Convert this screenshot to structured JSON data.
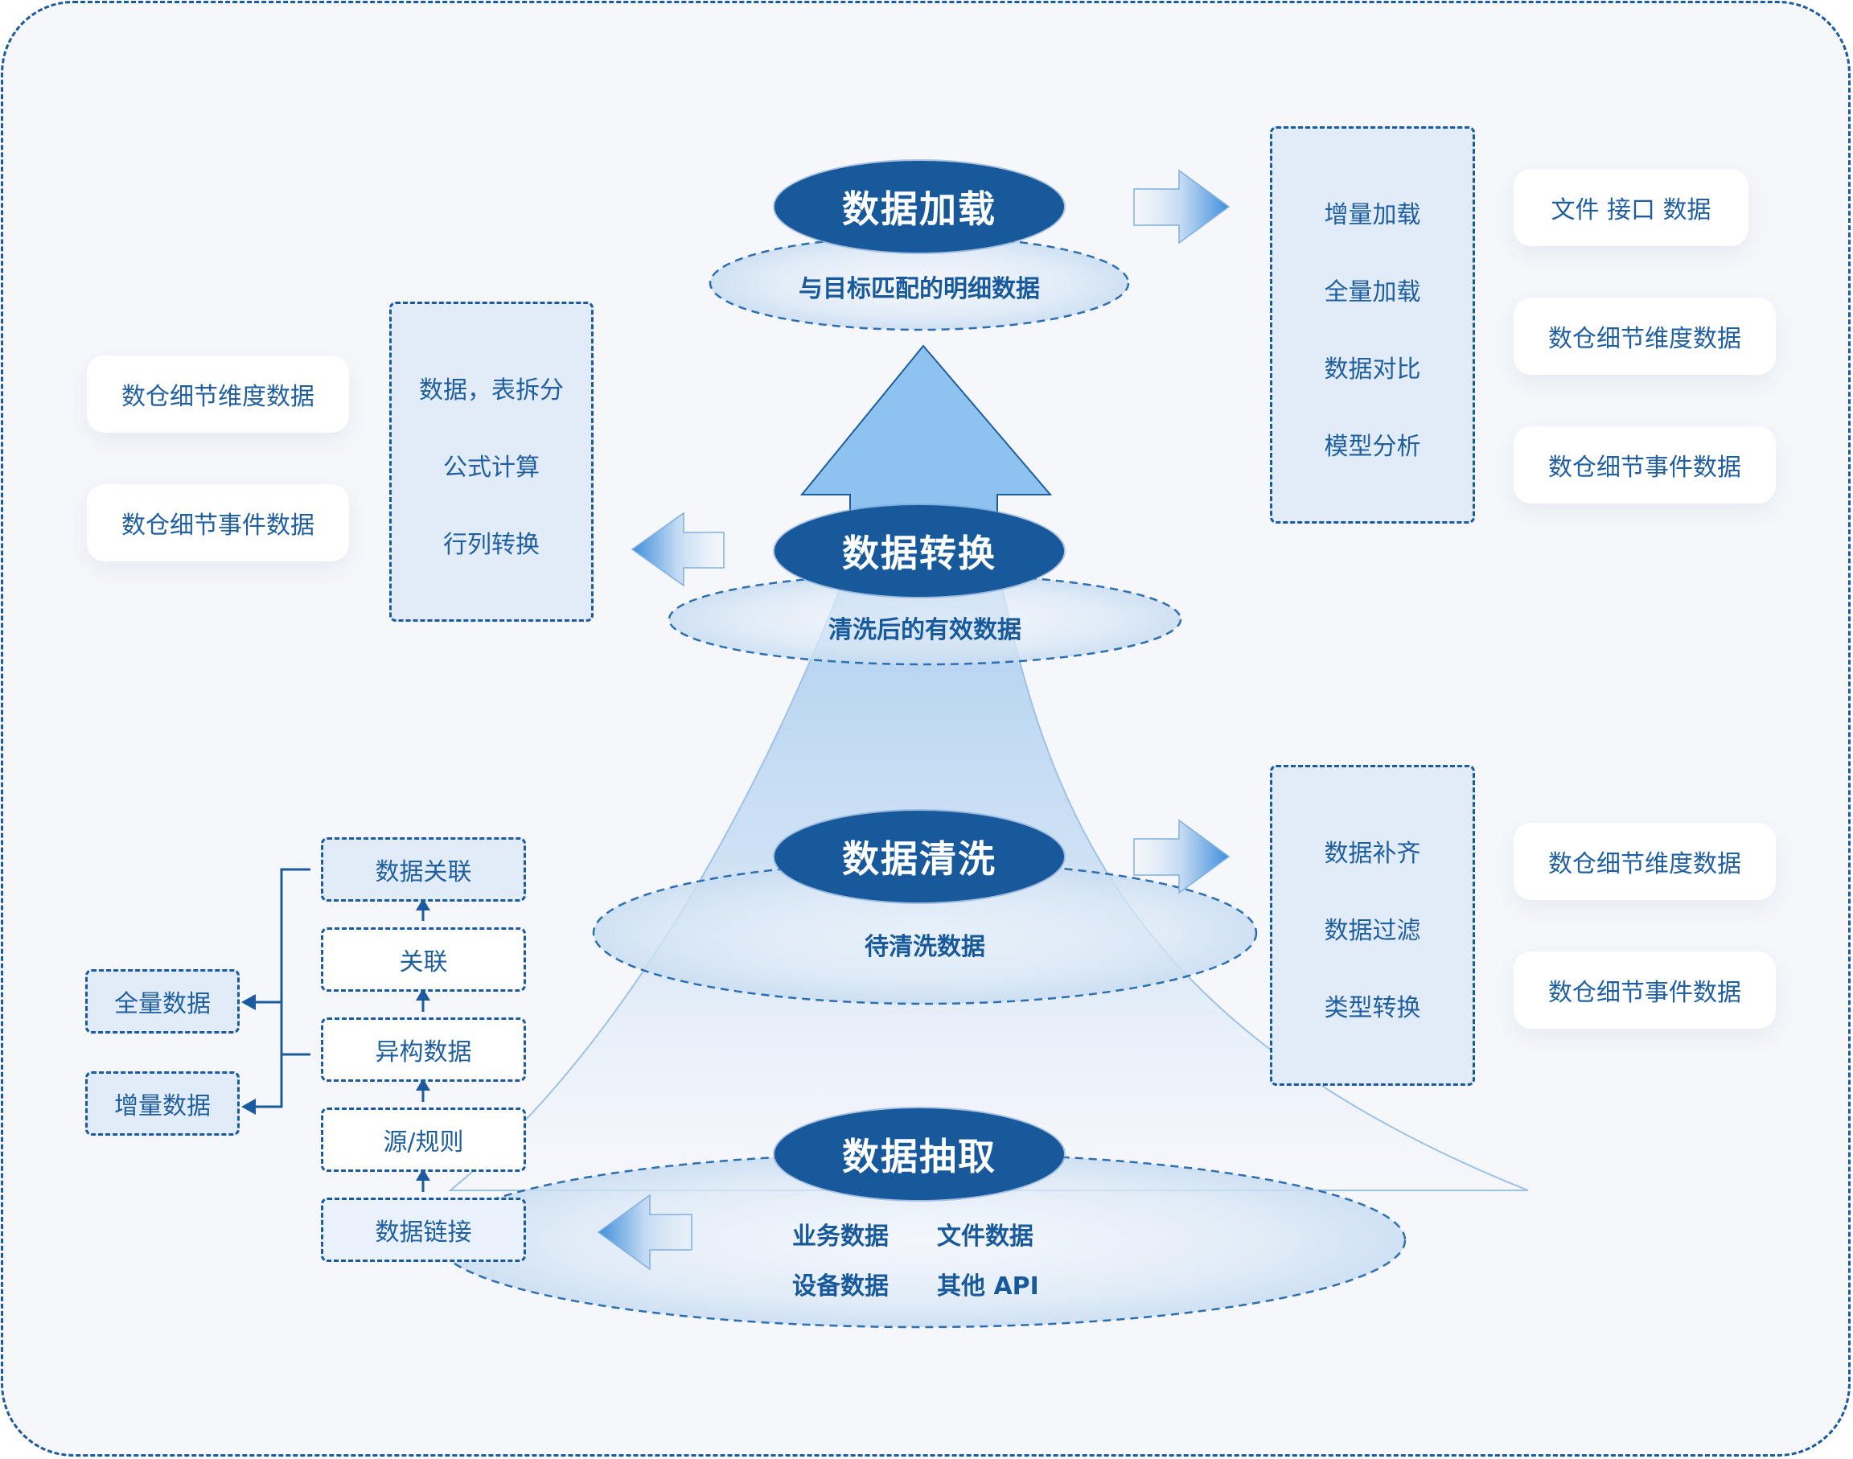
{
  "colors": {
    "primary": "#17599b",
    "border": "#1a5a9e",
    "box_fill": "#e2ecf8",
    "canvas": "#f5f7fb",
    "arrow_fill": "#8fc3ef"
  },
  "stages": {
    "load": {
      "title": "数据加载",
      "subtitle": "与目标匹配的明细数据"
    },
    "transform": {
      "title": "数据转换",
      "subtitle": "清洗后的有效数据"
    },
    "clean": {
      "title": "数据清洗",
      "subtitle": "待清洗数据"
    },
    "extract": {
      "title": "数据抽取",
      "sources": [
        "业务数据",
        "文件数据",
        "设备数据",
        "其他 API"
      ]
    }
  },
  "load_panel": {
    "operations": [
      "增量加载",
      "全量加载",
      "数据对比",
      "模型分析"
    ],
    "outputs": [
      "文件  接口  数据",
      "数仓细节维度数据",
      "数仓细节事件数据"
    ]
  },
  "transform_panel": {
    "operations": [
      "数据，表拆分",
      "公式计算",
      "行列转换"
    ],
    "outputs": [
      "数仓细节维度数据",
      "数仓细节事件数据"
    ]
  },
  "clean_panel": {
    "operations": [
      "数据补齐",
      "数据过滤",
      "类型转换"
    ],
    "outputs": [
      "数仓细节维度数据",
      "数仓细节事件数据"
    ]
  },
  "extract_chain": {
    "steps": [
      "数据关联",
      "关联",
      "异构数据",
      "源/规则",
      "数据链接"
    ],
    "outputs": [
      "全量数据",
      "增量数据"
    ]
  }
}
